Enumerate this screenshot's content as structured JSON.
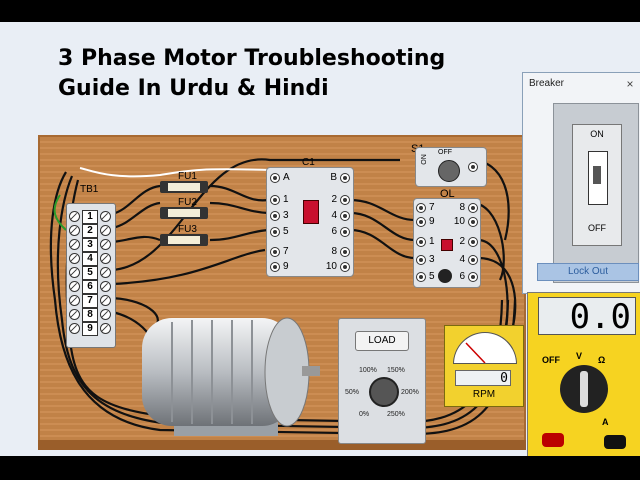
{
  "title": {
    "line1": "3 Phase Motor Troubleshooting",
    "line2": "Guide In Urdu & Hindi"
  },
  "tb1": {
    "label": "TB1",
    "numbers": [
      "1",
      "2",
      "3",
      "4",
      "5",
      "6",
      "7",
      "8",
      "9"
    ]
  },
  "fuses": {
    "labels": [
      "FU1",
      "FU2",
      "FU3"
    ]
  },
  "contactor": {
    "label": "C1",
    "left_terminals": [
      "A",
      "1",
      "3",
      "5",
      "7",
      "9"
    ],
    "right_terminals": [
      "B",
      "2",
      "4",
      "6",
      "8",
      "10"
    ]
  },
  "switch": {
    "label": "S1",
    "on": "ON",
    "off": "OFF"
  },
  "overload": {
    "label": "OL",
    "left_terminals": [
      "7",
      "9",
      "1",
      "3",
      "5"
    ],
    "right_terminals": [
      "8",
      "10",
      "2",
      "4",
      "6"
    ]
  },
  "load": {
    "button": "LOAD",
    "scale": [
      "100%",
      "150%",
      "50%",
      "200%",
      "0%",
      "250%"
    ]
  },
  "rpm_meter": {
    "value": "0",
    "label": "RPM"
  },
  "breaker": {
    "window_title": "Breaker",
    "close": "×",
    "on": "ON",
    "off": "OFF",
    "lock_out": "Lock Out"
  },
  "multimeter": {
    "display": "0.0",
    "off": "OFF",
    "v": "V",
    "ohm": "Ω",
    "a": "A"
  }
}
